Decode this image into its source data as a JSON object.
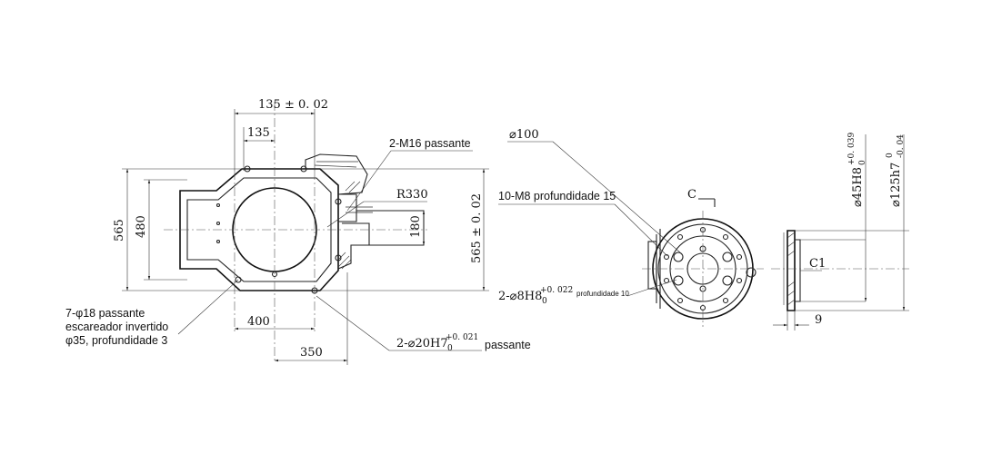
{
  "labels": {
    "dim_135_tol": "135 ± 0. 02",
    "dim_135": "135",
    "m16": "2-M16 passante",
    "r330": "R330",
    "dim_565_left": "565",
    "dim_480": "480",
    "dim_180": "180",
    "dim_565_tol": "565 ± 0. 02",
    "dim_400": "400",
    "dim_350": "350",
    "hole_line1": "7-φ18 passante",
    "hole_line2": "escareador invertido",
    "hole_line3": "φ35, profundidade 3",
    "pin_main": "2-⌀20H7",
    "pin_sub": "0",
    "pin_sup": "+0. 021",
    "pin_suffix": "passante",
    "d100": "⌀100",
    "m8": "10-M8 profundidade 15",
    "section_c": "C",
    "pin8_main": "2-⌀8H8",
    "pin8_sub": "0",
    "pin8_sup": "+0. 022",
    "pin8_depth": "profundidade 10",
    "c1": "C1",
    "dim_9": "9",
    "d45_main": "⌀45H8",
    "d45_sub": "0",
    "d45_sup": "+0. 039",
    "d125_main": "⌀125h7",
    "d125_sub": "-0. 04",
    "d125_sup": "0"
  }
}
